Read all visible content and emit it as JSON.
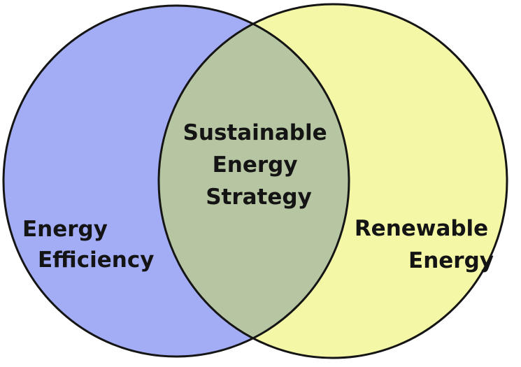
{
  "diagram": {
    "type": "venn",
    "sets": [
      {
        "key": "left",
        "label_lines": [
          "Energy",
          "Efficiency"
        ],
        "fill_color": "#a3adf6"
      },
      {
        "key": "right",
        "label_lines": [
          "Renewable",
          "Energy"
        ],
        "fill_color": "#f4f7a6"
      }
    ],
    "intersection": {
      "label_lines": [
        "Sustainable",
        "Energy",
        "Strategy"
      ],
      "fill_color": "#b7c6a2"
    },
    "outline_color": "#151515",
    "background_color": "#ffffff"
  }
}
